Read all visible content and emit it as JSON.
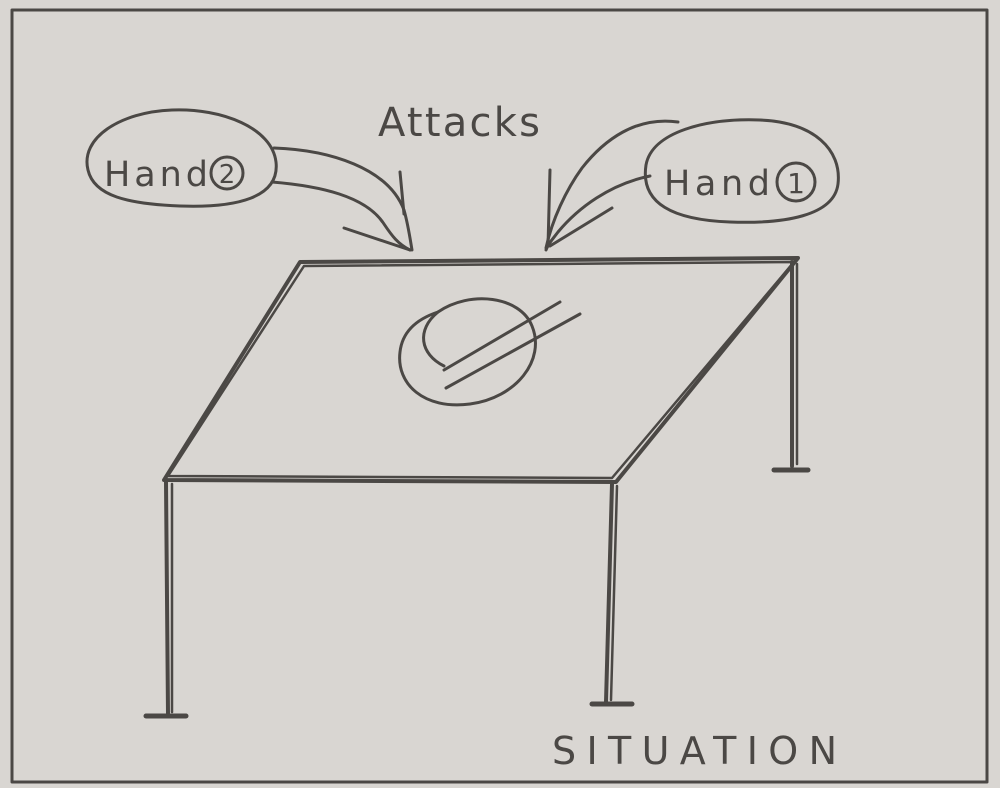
{
  "diagram": {
    "title": "SITUATION",
    "action_label": "Attacks",
    "hand_left": {
      "label": "Hand",
      "number": "2"
    },
    "hand_right": {
      "label": "Hand",
      "number": "1"
    },
    "ink_color": "#4b4845",
    "paper_color": "#d9d6d2"
  }
}
